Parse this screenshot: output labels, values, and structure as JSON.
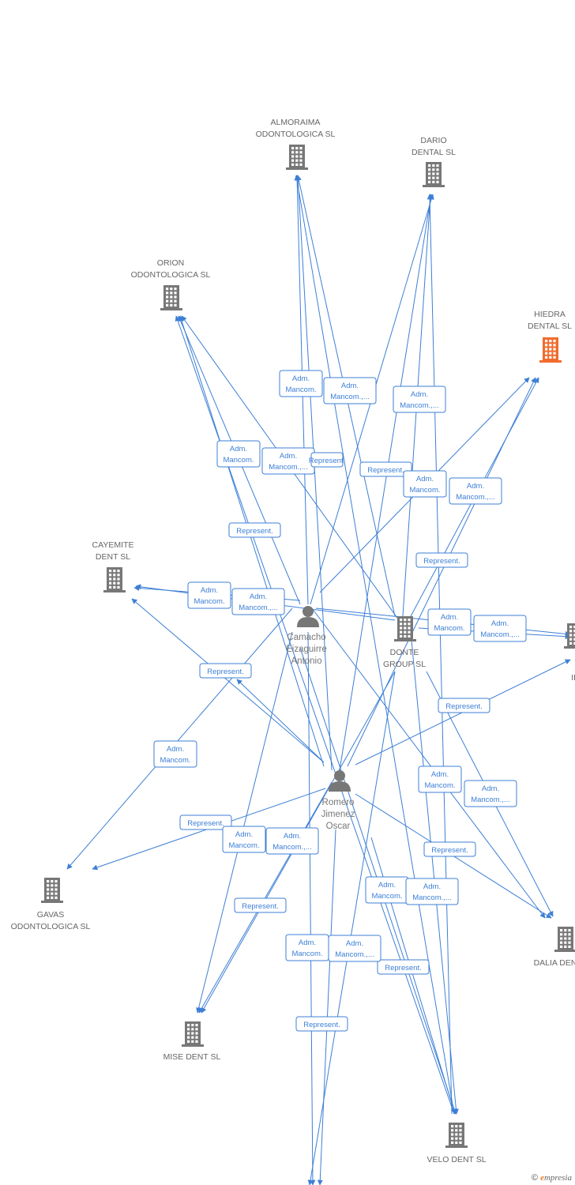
{
  "colors": {
    "edge": "#3d7fd6",
    "company": "#777777",
    "highlight": "#f26b2d",
    "person": "#777777"
  },
  "nodes": [
    {
      "id": "almoraima",
      "type": "company",
      "lines": [
        "ALMORAIMA",
        "ODONTOLOGICA SL"
      ]
    },
    {
      "id": "dario",
      "type": "company",
      "lines": [
        "DARIO",
        "DENTAL SL"
      ]
    },
    {
      "id": "orion",
      "type": "company",
      "lines": [
        "ORION",
        "ODONTOLOGICA SL"
      ]
    },
    {
      "id": "hiedra",
      "type": "company",
      "highlight": true,
      "lines": [
        "HIEDRA",
        "DENTAL  SL"
      ]
    },
    {
      "id": "cayemite",
      "type": "company",
      "lines": [
        "CAYEMITE",
        "DENT SL"
      ]
    },
    {
      "id": "donte",
      "type": "company",
      "lines": [
        "DONTE",
        "GROUP  SL"
      ]
    },
    {
      "id": "camacho",
      "type": "person",
      "lines": [
        "Camacho",
        "Eizaguirre",
        "Antonio"
      ]
    },
    {
      "id": "romero",
      "type": "person",
      "lines": [
        "Romero",
        "Jimenez",
        "Oscar"
      ]
    },
    {
      "id": "ii",
      "type": "company",
      "lines": [
        "II"
      ]
    },
    {
      "id": "gavas",
      "type": "company",
      "lines": [
        "GAVAS",
        "ODONTOLOGICA SL"
      ]
    },
    {
      "id": "dalia",
      "type": "company",
      "lines": [
        "DALIA DEN"
      ]
    },
    {
      "id": "mise",
      "type": "company",
      "lines": [
        "MISE DENT SL"
      ]
    },
    {
      "id": "velo",
      "type": "company",
      "lines": [
        "VELO DENT SL"
      ]
    }
  ],
  "edge_labels": [
    {
      "lines": [
        "Adm.",
        "Mancom."
      ]
    },
    {
      "lines": [
        "Adm.",
        "Mancom.,..."
      ]
    },
    {
      "lines": [
        "Adm.",
        "Mancom.,..."
      ]
    },
    {
      "lines": [
        "Adm.",
        "Mancom."
      ]
    },
    {
      "lines": [
        "Adm.",
        "Mancom.,..."
      ]
    },
    {
      "lines": [
        "Represent."
      ]
    },
    {
      "lines": [
        "Represent."
      ]
    },
    {
      "lines": [
        "Adm.",
        "Mancom."
      ]
    },
    {
      "lines": [
        "Adm.",
        "Mancom.,..."
      ]
    },
    {
      "lines": [
        "Represent."
      ]
    },
    {
      "lines": [
        "Represent."
      ]
    },
    {
      "lines": [
        "Adm.",
        "Mancom."
      ]
    },
    {
      "lines": [
        "Adm.",
        "Mancom.,..."
      ]
    },
    {
      "lines": [
        "Adm.",
        "Mancom."
      ]
    },
    {
      "lines": [
        "Adm.",
        "Mancom.,..."
      ]
    },
    {
      "lines": [
        "Represent."
      ]
    },
    {
      "lines": [
        "Represent."
      ]
    },
    {
      "lines": [
        "Adm.",
        "Mancom."
      ]
    },
    {
      "lines": [
        "Adm.",
        "Mancom."
      ]
    },
    {
      "lines": [
        "Adm.",
        "Mancom.,..."
      ]
    },
    {
      "lines": [
        "Represent."
      ]
    },
    {
      "lines": [
        "Adm.",
        "Mancom."
      ]
    },
    {
      "lines": [
        "Adm.",
        "Mancom.,..."
      ]
    },
    {
      "lines": [
        "Represent."
      ]
    },
    {
      "lines": [
        "Represent."
      ]
    },
    {
      "lines": [
        "Adm.",
        "Mancom."
      ]
    },
    {
      "lines": [
        "Adm.",
        "Mancom.,..."
      ]
    },
    {
      "lines": [
        "Adm.",
        "Mancom."
      ]
    },
    {
      "lines": [
        "Adm.",
        "Mancom.,..."
      ]
    },
    {
      "lines": [
        "Represent."
      ]
    },
    {
      "lines": [
        "Represent."
      ]
    }
  ],
  "footer": {
    "copyright": "©",
    "brand_initial": "e",
    "brand_rest": "mpresia"
  }
}
